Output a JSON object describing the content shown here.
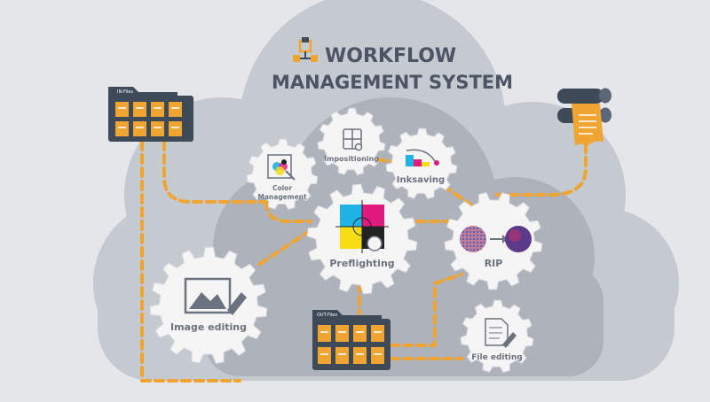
{
  "title": {
    "line1": "WORKFLOW",
    "line2": "MANAGEMENT SYSTEM"
  },
  "folders": {
    "in": {
      "label": "IN-Files"
    },
    "out": {
      "label": "OUT-Files"
    }
  },
  "gears": {
    "impositioning": "Impositioning",
    "inksaving": "Inksaving",
    "color_line1": "Color",
    "color_line2": "Management",
    "preflighting": "Preflighting",
    "rip": "RIP",
    "image_editing": "Image editing",
    "file_editing": "File editing"
  },
  "colors": {
    "cloud_back": "#c5c9d0",
    "cloud_front": "#aeb3bb",
    "connector": "#f0a431",
    "gear": "#f5f5f5",
    "folder": "#3f4a59",
    "file": "#f0a431",
    "cyan": "#1fb3e6",
    "magenta": "#e2197f",
    "yellow": "#f7dd14",
    "black": "#222222",
    "text": "#6b7280"
  }
}
